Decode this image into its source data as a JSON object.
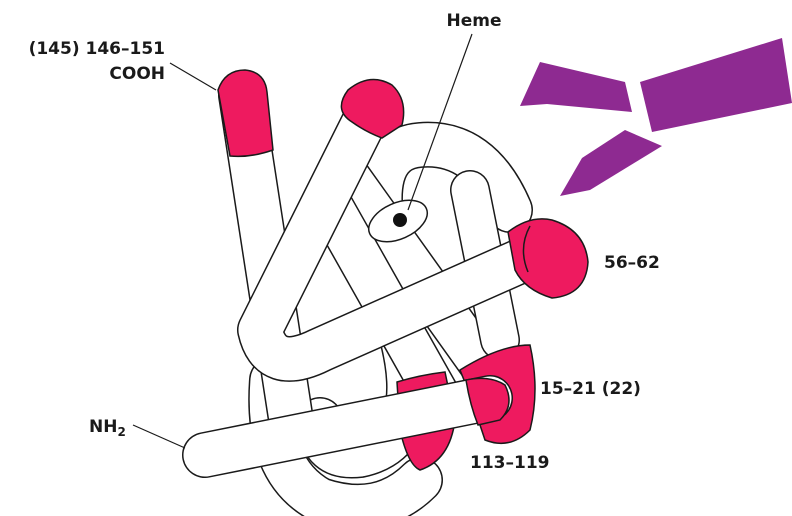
{
  "labels": {
    "heme": "Heme",
    "cterm_line1": "(145) 146–151",
    "cterm_line2": "COOH",
    "site_56_62": "56–62",
    "site_15_21": "15–21 (22)",
    "site_113_119": "113–119",
    "nterm_main": "NH",
    "nterm_sub": "2"
  },
  "colors": {
    "epitope": "#ee1a5f",
    "antibody": "#8e2a91",
    "outline": "#1a1a1a",
    "tube": "#ffffff"
  }
}
